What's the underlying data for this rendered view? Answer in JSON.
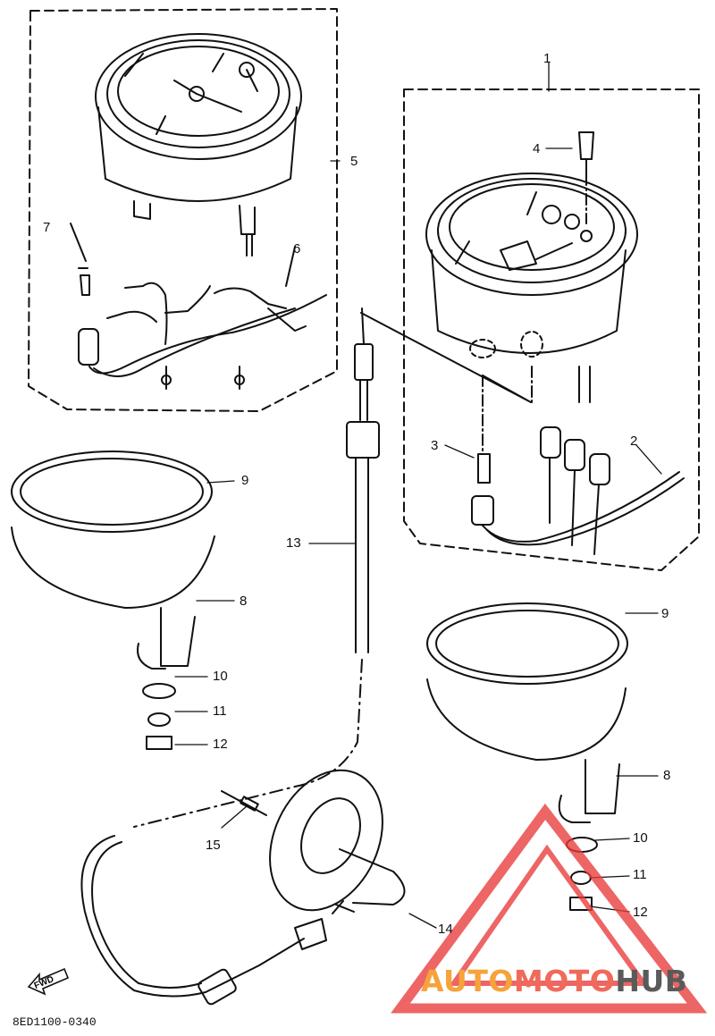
{
  "diagram_code": "8ED1100-0340",
  "fwd_label": "FWD",
  "callouts": {
    "c1": "1",
    "c2": "2",
    "c3": "3",
    "c4": "4",
    "c5": "5",
    "c6": "6",
    "c7": "7",
    "c8a": "8",
    "c8b": "8",
    "c9a": "9",
    "c9b": "9",
    "c10a": "10",
    "c10b": "10",
    "c11a": "11",
    "c11b": "11",
    "c12a": "12",
    "c12b": "12",
    "c13": "13",
    "c14": "14",
    "c15": "15"
  },
  "watermark": {
    "part1": "AUTO",
    "part2": "MOTO",
    "part3": "HUB",
    "colors": {
      "auto": "#f5a33a",
      "moto": "#ef6a5a",
      "hub": "#5a5a5a",
      "triangle": "#e83b3b"
    }
  }
}
